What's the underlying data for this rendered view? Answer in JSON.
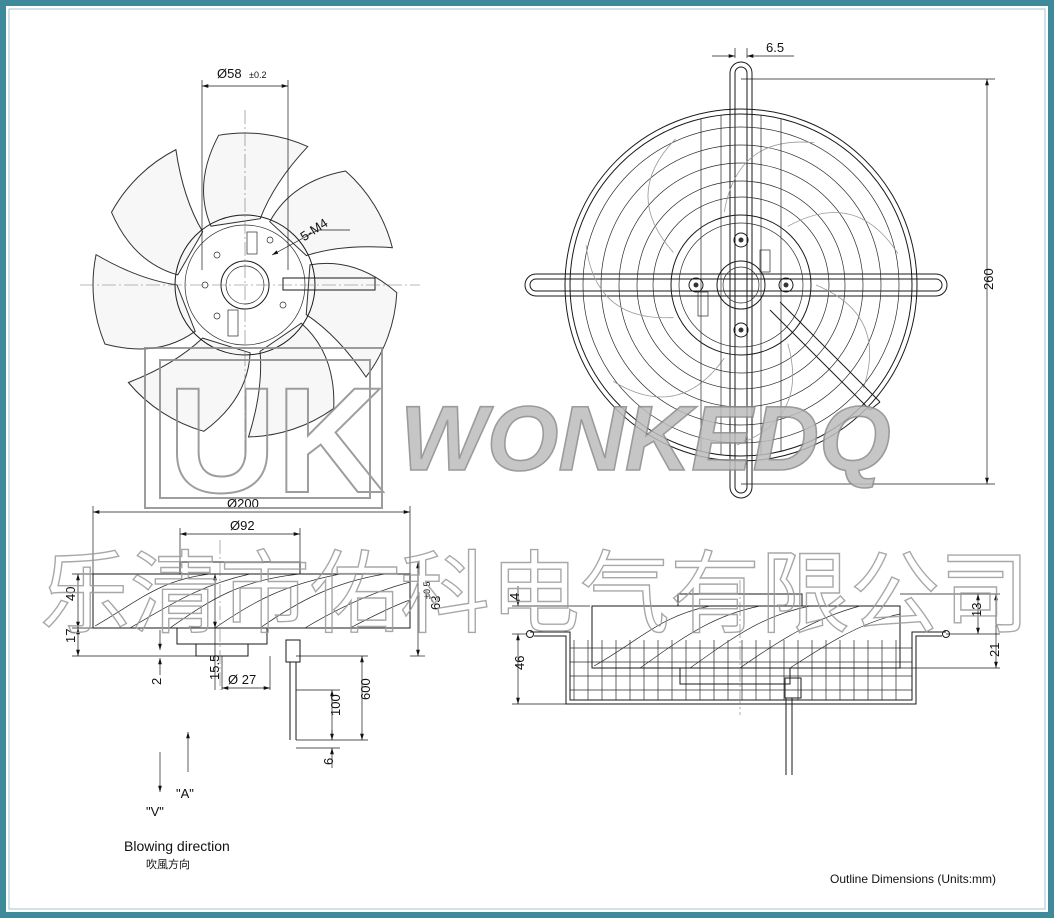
{
  "frame": {
    "border_color": "#3e8a9a",
    "background": "#ffffff"
  },
  "watermark": {
    "logo_letters": "UK",
    "brand": "WONKEDQ",
    "company_cn": "乐清市佑科电气有限公司"
  },
  "front_view": {
    "hub_diameter": "Ø58",
    "hub_tolerance": "±0.2",
    "mount_holes": "5-M4"
  },
  "guard_view": {
    "spoke_width": "6.5",
    "overall_height": "260"
  },
  "side_view": {
    "outer_diameter": "Ø200",
    "inner_diameter": "Ø92",
    "height_40": "40",
    "height_17": "17",
    "height_63": "63",
    "height_63_tol": "±0.5",
    "dim_2": "2",
    "dim_15_5": "15.5",
    "shaft_diameter": "Ø 27",
    "lead_600": "600",
    "lead_100": "100",
    "strip_6": "6"
  },
  "guard_side_view": {
    "dim_4": "4",
    "dim_46": "46",
    "dim_13": "13",
    "dim_21": "21"
  },
  "airflow": {
    "label_a": "\"A\"",
    "label_v": "\"V\"",
    "title_en": "Blowing direction",
    "title_cn": "吹風方向"
  },
  "footer": {
    "caption": "Outline Dimensions (Units:mm)"
  }
}
